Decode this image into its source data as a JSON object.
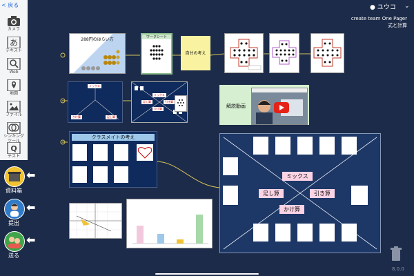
{
  "toolbar": {
    "back_label": "戻る",
    "tools": [
      {
        "label": "カメラ",
        "icon": "camera-icon"
      },
      {
        "label": "テキスト",
        "icon": "text-icon"
      },
      {
        "label": "Web",
        "icon": "web-search-icon"
      },
      {
        "label": "地図",
        "icon": "map-icon"
      },
      {
        "label": "ファイル",
        "icon": "file-icon"
      },
      {
        "label": "シンキングツール",
        "icon": "thinking-tool-icon"
      },
      {
        "label": "テスト",
        "icon": "test-icon"
      }
    ],
    "actions": [
      {
        "label": "資料箱",
        "icon": "material-box-icon"
      },
      {
        "label": "提出",
        "icon": "submit-icon"
      },
      {
        "label": "送る",
        "icon": "send-icon"
      }
    ]
  },
  "header": {
    "user_name": "ユウコ",
    "project_title": "create team One Pager",
    "project_subtitle": "式と計算"
  },
  "cards": {
    "payment_title": "288円のはらい方",
    "worksheet_title": "ワークシート",
    "own_idea": "自分の考え",
    "explanation_video": "解説動画",
    "classmates_title": "クラスメイトの考え",
    "mix": "ミックス",
    "addition": "足し算",
    "subtraction": "引き算",
    "multiplication": "かけ算"
  },
  "version": "8.0.0"
}
